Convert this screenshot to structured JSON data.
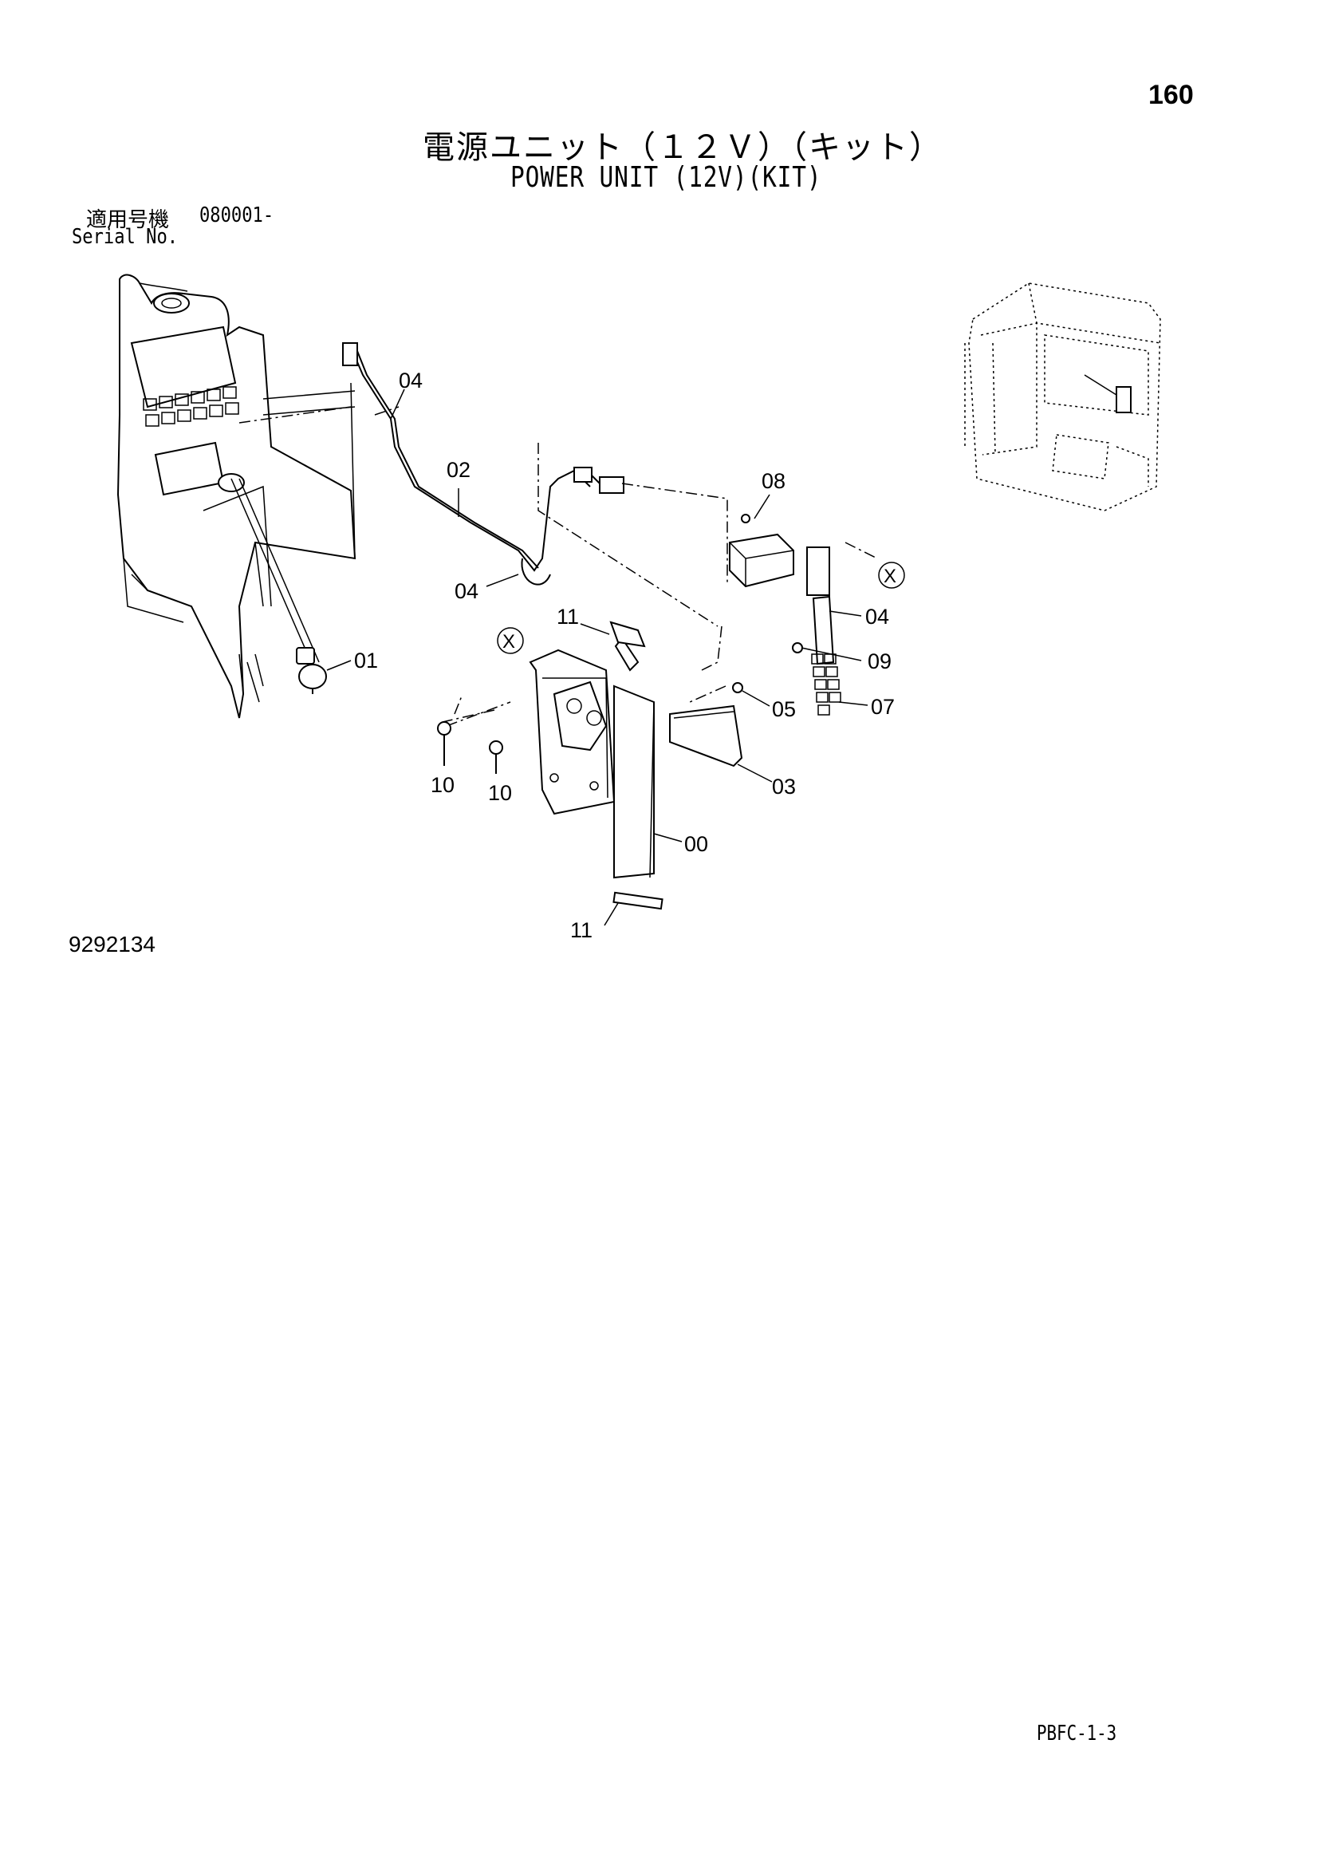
{
  "page_number": "160",
  "title_japanese": "電源ユニット（１２Ｖ）（キット）",
  "title_english": "POWER UNIT (12V)(KIT)",
  "serial": {
    "label_japanese": "適用号機",
    "value": "080001-",
    "label_english": "Serial No."
  },
  "drawing_number": "9292134",
  "page_code": "PBFC-1-3",
  "callouts": {
    "c00": "00",
    "c01": "01",
    "c02": "02",
    "c03": "03",
    "c04_top": "04",
    "c04_mid": "04",
    "c04_right": "04",
    "c05": "05",
    "c07": "07",
    "c08": "08",
    "c09": "09",
    "c10_left": "10",
    "c10_right": "10",
    "c11_top": "11",
    "c11_bottom": "11"
  }
}
